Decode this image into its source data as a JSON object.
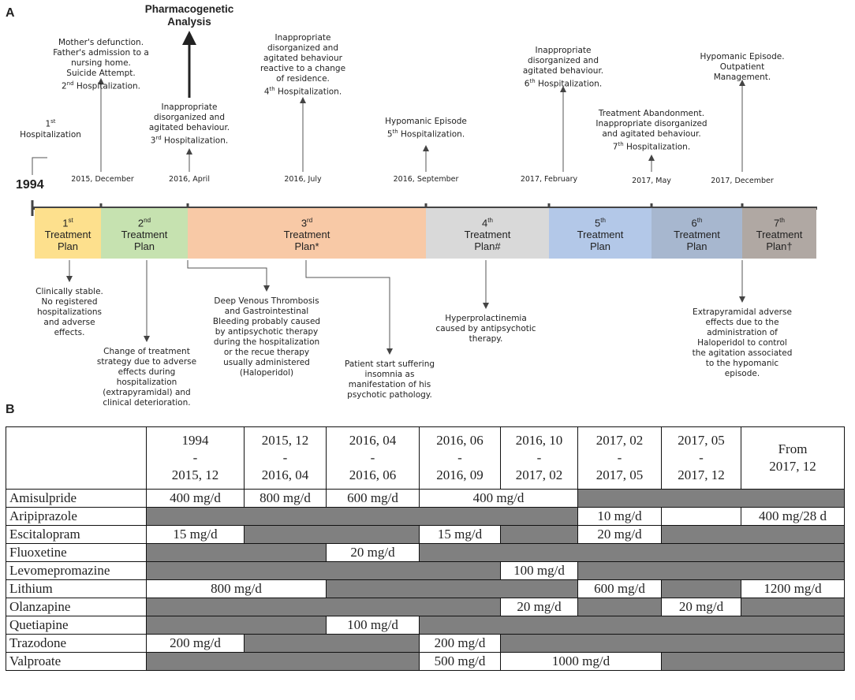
{
  "panels": {
    "a": "A",
    "b": "B"
  },
  "start_year": "1994",
  "top_annotation": [
    "Pharmacogenetic",
    "Analysis"
  ],
  "dates": [
    "2015, December",
    "2016, April",
    "2016, July",
    "2016, September",
    "2017, February",
    "2017, May",
    "2017, December"
  ],
  "events": [
    {
      "lines": [
        "1st",
        "Hospitalization"
      ]
    },
    {
      "lines": [
        "Mother's defunction.",
        "Father's admission to a",
        "nursing home.",
        "Suicide Attempt.",
        "2nd Hospitalization."
      ]
    },
    {
      "lines": [
        "Inappropriate",
        "disorganized and",
        "agitated behaviour.",
        "3rd Hospitalization."
      ]
    },
    {
      "lines": [
        "Inappropriate",
        "disorganized and",
        "agitated behaviour",
        "reactive to a change",
        "of residence.",
        "4th Hospitalization."
      ]
    },
    {
      "lines": [
        "Hypomanic Episode",
        "5th Hospitalization."
      ]
    },
    {
      "lines": [
        "Inappropriate",
        "disorganized and",
        "agitated behaviour.",
        "6th Hospitalization."
      ]
    },
    {
      "lines": [
        "Treatment Abandonment.",
        "Inappropriate disorganized",
        "and agitated behaviour.",
        "7th Hospitalization."
      ]
    },
    {
      "lines": [
        "Hypomanic Episode.",
        "Outpatient",
        "Management."
      ]
    }
  ],
  "plans": [
    {
      "ordinal": "1st",
      "l1": "Treatment",
      "l2": "Plan",
      "color": "#fde08d"
    },
    {
      "ordinal": "2nd",
      "l1": "Treatment",
      "l2": "Plan",
      "color": "#c6e2b0"
    },
    {
      "ordinal": "3rd",
      "l1": "Treatment",
      "l2": "Plan*",
      "color": "#f8c9a6"
    },
    {
      "ordinal": "4th",
      "l1": "Treatment",
      "l2": "Plan#",
      "color": "#d9d9d9"
    },
    {
      "ordinal": "5th",
      "l1": "Treatment",
      "l2": "Plan",
      "color": "#b3c8e8"
    },
    {
      "ordinal": "6th",
      "l1": "Treatment",
      "l2": "Plan",
      "color": "#a7b7cf"
    },
    {
      "ordinal": "7th",
      "l1": "Treatment",
      "l2": "Plan†",
      "color": "#b0a8a3"
    }
  ],
  "notes": [
    {
      "lines": [
        "Clinically stable.",
        "No registered",
        "hospitalizations",
        "and adverse",
        "effects."
      ]
    },
    {
      "lines": [
        "Change of treatment",
        "strategy due to adverse",
        "effects during",
        "hospitalization",
        "(extrapyramidal) and",
        "clinical deterioration."
      ]
    },
    {
      "lines": [
        "Deep Venous Thrombosis",
        "and Gastrointestinal",
        "Bleeding probably caused",
        "by antipsychotic therapy",
        "during the hospitalization",
        "or the recue therapy",
        "usually administered",
        "(Haloperidol)"
      ]
    },
    {
      "lines": [
        "Patient start suffering",
        "insomnia as",
        "manifestation of his",
        "psychotic pathology."
      ]
    },
    {
      "lines": [
        "Hyperprolactinemia",
        "caused by antipsychotic",
        "therapy."
      ]
    },
    {
      "lines": [
        "Extrapyramidal adverse",
        "effects due to the",
        "administration of",
        "Haloperidol to control",
        "the agitation associated",
        "to the hypomanic",
        "episode."
      ]
    }
  ],
  "table": {
    "headers": [
      [
        "1994",
        "-",
        "2015, 12"
      ],
      [
        "2015, 12",
        "-",
        "2016, 04"
      ],
      [
        "2016, 04",
        "-",
        "2016, 06"
      ],
      [
        "2016, 06",
        "-",
        "2016, 09"
      ],
      [
        "2016, 10",
        "-",
        "2017, 02"
      ],
      [
        "2017, 02",
        "-",
        "2017, 05"
      ],
      [
        "2017, 05",
        "-",
        "2017, 12"
      ],
      [
        "From",
        "2017, 12"
      ]
    ],
    "rows": [
      {
        "drug": "Amisulpride",
        "cells": [
          {
            "t": "400 mg/d"
          },
          {
            "t": "800 mg/d"
          },
          {
            "t": "600 mg/d"
          },
          {
            "t": "400 mg/d",
            "span": 2
          },
          {
            "gray": true,
            "span": 3
          }
        ]
      },
      {
        "drug": "Aripiprazole",
        "cells": [
          {
            "gray": true,
            "span": 5
          },
          {
            "t": "10 mg/d"
          },
          {
            "t": ""
          },
          {
            "t": "400 mg/28 d"
          }
        ]
      },
      {
        "drug": "Escitalopram",
        "cells": [
          {
            "t": "15 mg/d"
          },
          {
            "gray": true,
            "span": 2
          },
          {
            "t": "15 mg/d"
          },
          {
            "gray": true
          },
          {
            "t": "20 mg/d"
          },
          {
            "gray": true,
            "span": 2
          }
        ]
      },
      {
        "drug": "Fluoxetine",
        "cells": [
          {
            "gray": true,
            "span": 2
          },
          {
            "t": "20 mg/d"
          },
          {
            "gray": true,
            "span": 5
          }
        ]
      },
      {
        "drug": "Levomepromazine",
        "cells": [
          {
            "gray": true,
            "span": 4
          },
          {
            "t": "100 mg/d"
          },
          {
            "gray": true,
            "span": 3
          }
        ]
      },
      {
        "drug": "Lithium",
        "cells": [
          {
            "t": "800 mg/d",
            "span": 2
          },
          {
            "gray": true,
            "span": 3
          },
          {
            "t": "600 mg/d"
          },
          {
            "gray": true
          },
          {
            "t": "1200 mg/d"
          }
        ]
      },
      {
        "drug": "Olanzapine",
        "cells": [
          {
            "gray": true,
            "span": 4
          },
          {
            "t": "20 mg/d"
          },
          {
            "gray": true
          },
          {
            "t": "20 mg/d"
          },
          {
            "gray": true
          }
        ]
      },
      {
        "drug": "Quetiapine",
        "cells": [
          {
            "gray": true,
            "span": 2
          },
          {
            "t": "100 mg/d"
          },
          {
            "gray": true,
            "span": 5
          }
        ]
      },
      {
        "drug": "Trazodone",
        "cells": [
          {
            "t": "200 mg/d"
          },
          {
            "gray": true,
            "span": 2
          },
          {
            "t": "200 mg/d"
          },
          {
            "gray": true,
            "span": 4
          }
        ]
      },
      {
        "drug": "Valproate",
        "cells": [
          {
            "gray": true,
            "span": 3
          },
          {
            "t": "500 mg/d"
          },
          {
            "t": "1000 mg/d",
            "span": 2
          },
          {
            "gray": true,
            "span": 2
          }
        ]
      }
    ]
  }
}
